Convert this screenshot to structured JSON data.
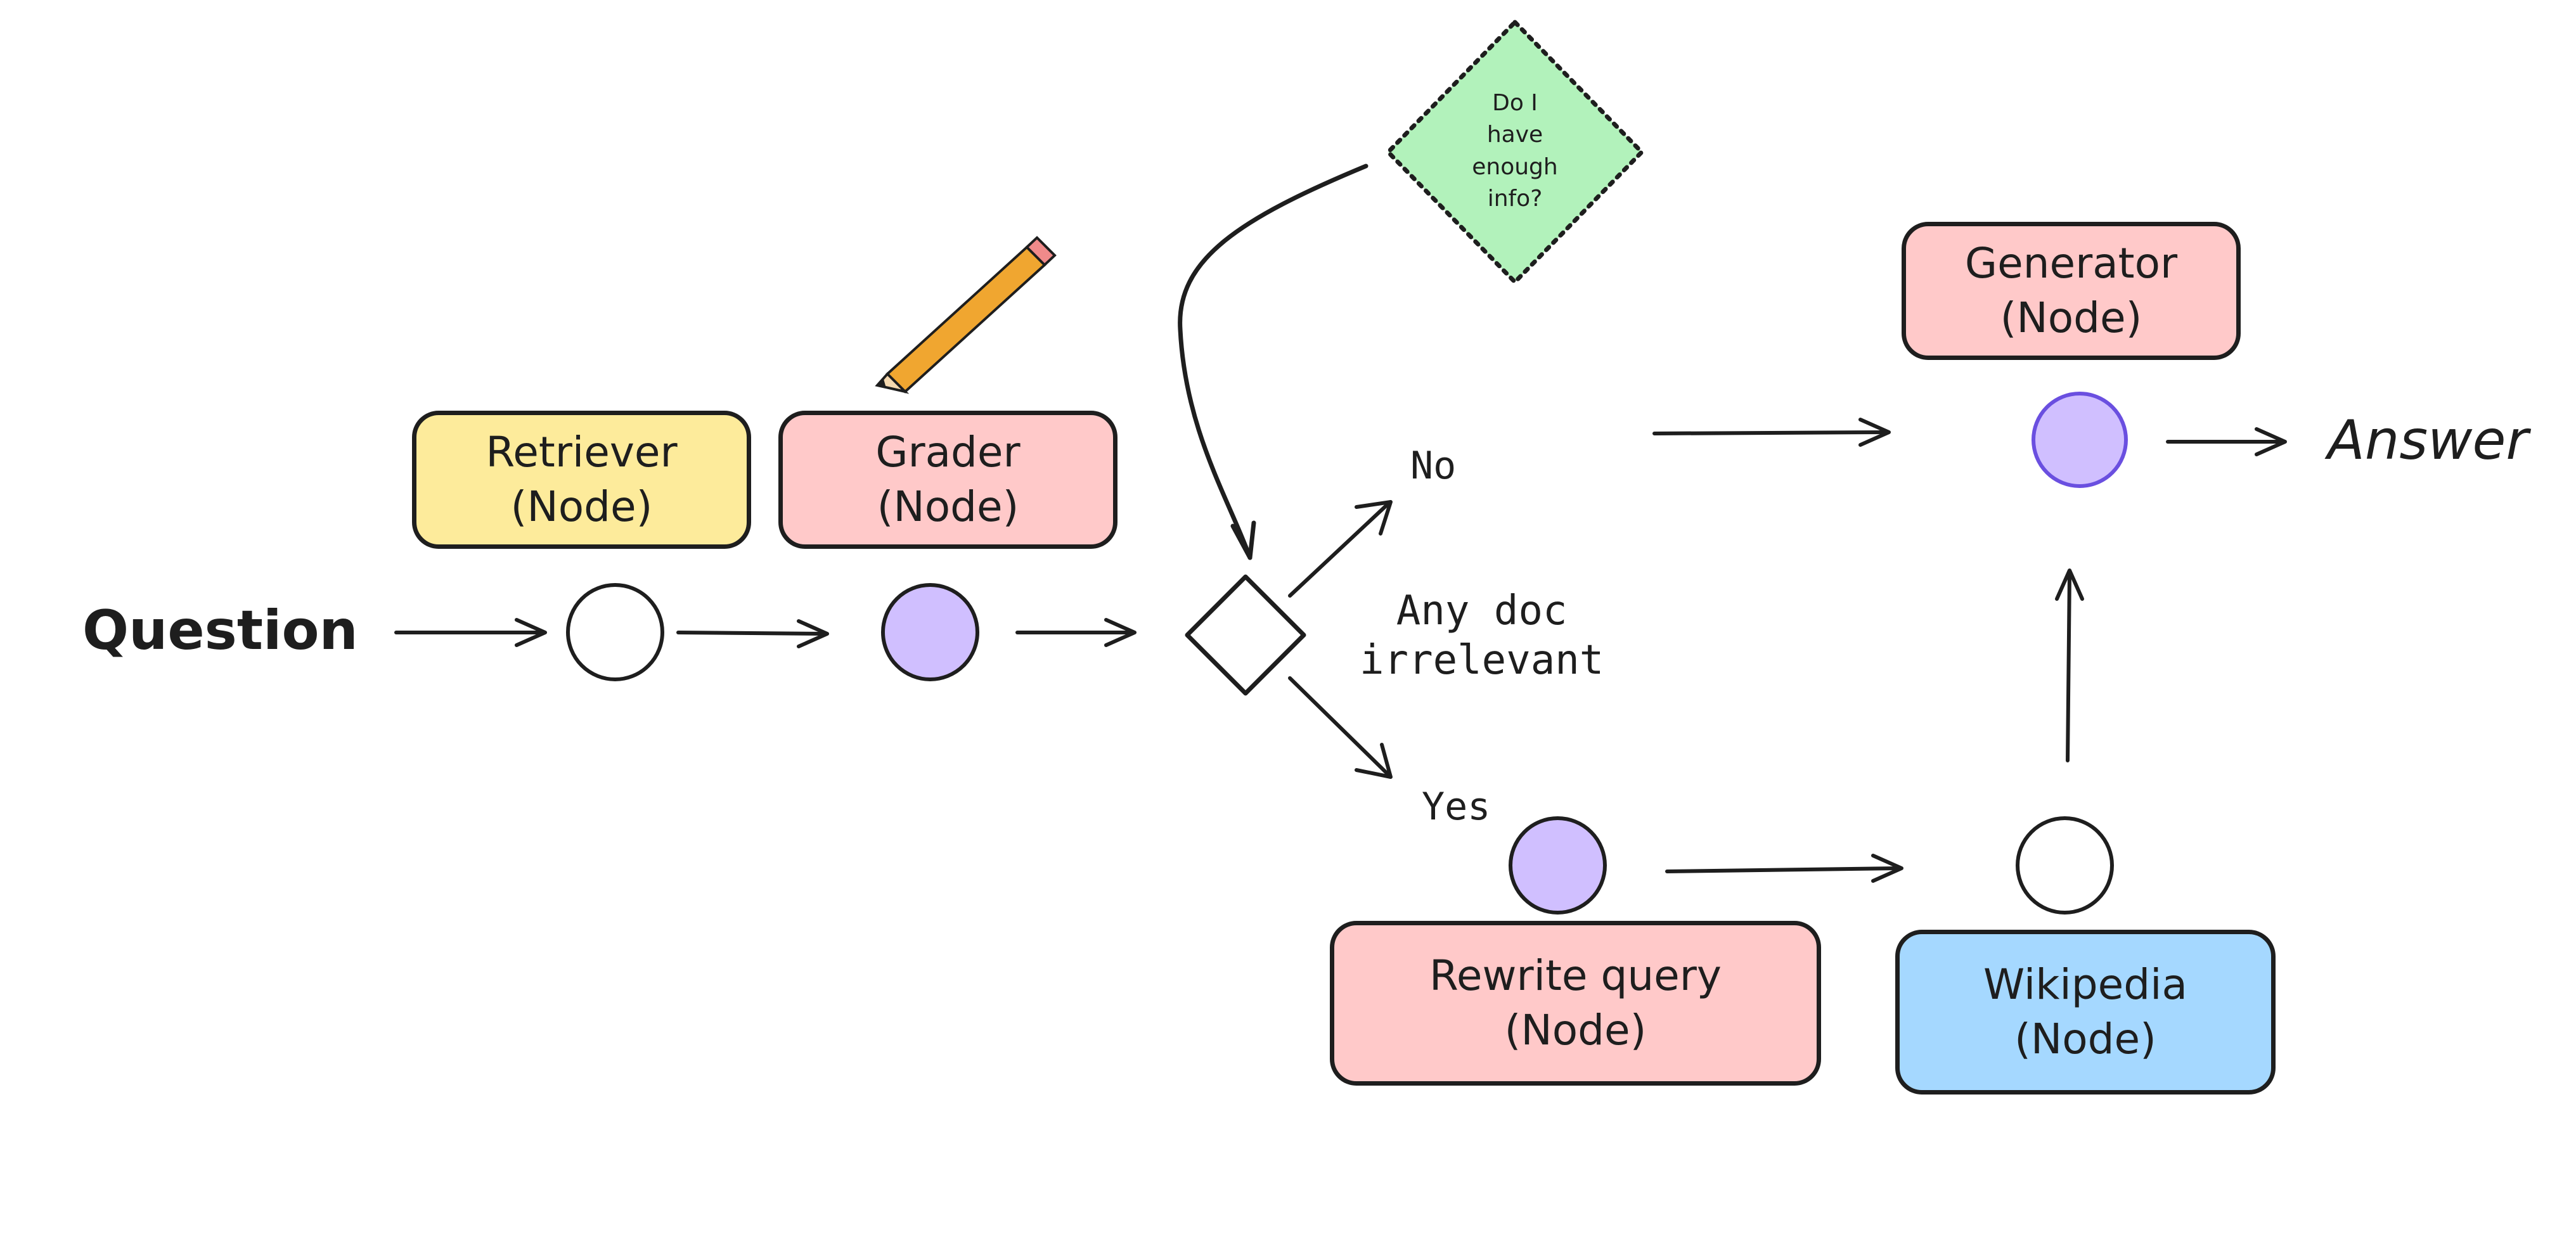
{
  "question_label": "Question",
  "answer_label": "Answer",
  "nodes": {
    "retriever": {
      "name": "Retriever",
      "kind": "(Node)",
      "color": "#fdeb9b"
    },
    "grader": {
      "name": "Grader",
      "kind": "(Node)",
      "color": "#ffc9c9"
    },
    "generator": {
      "name": "Generator",
      "kind": "(Node)",
      "color": "#ffc9c9"
    },
    "rewrite": {
      "name": "Rewrite query",
      "kind": "(Node)",
      "color": "#ffc9c9"
    },
    "wikipedia": {
      "name": "Wikipedia",
      "kind": "(Node)",
      "color": "#a5d8ff"
    }
  },
  "decision": {
    "line1": "Any doc",
    "line2": "irrelevant"
  },
  "branch_no": "No",
  "branch_yes": "Yes",
  "note_diamond": {
    "lines": [
      "Do I",
      "have",
      "enough",
      "info?"
    ],
    "color": "#b2f2bb"
  },
  "colors": {
    "stroke": "#1e1e1e",
    "purple_fill": "#d0bfff",
    "purple_stroke": "#6a4fe0",
    "pencil_body": "#f0a630",
    "pencil_tip": "#f08a8a"
  }
}
